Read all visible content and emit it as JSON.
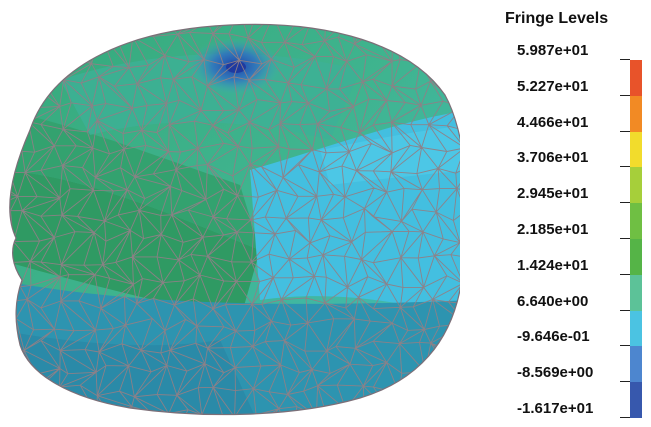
{
  "legend": {
    "title": "Fringe Levels",
    "levels": [
      {
        "label": "5.987e+01",
        "color": "#e8532a"
      },
      {
        "label": "5.227e+01",
        "color": "#f28a24"
      },
      {
        "label": "4.466e+01",
        "color": "#f2dc2c"
      },
      {
        "label": "3.706e+01",
        "color": "#a6cf3a"
      },
      {
        "label": "2.945e+01",
        "color": "#6fbf43"
      },
      {
        "label": "2.185e+01",
        "color": "#55b447"
      },
      {
        "label": "1.424e+01",
        "color": "#5cc298"
      },
      {
        "label": "6.640e+00",
        "color": "#4bc3e2"
      },
      {
        "label": "-9.646e-01",
        "color": "#4d86cf"
      },
      {
        "label": "-8.569e+00",
        "color": "#3758ad"
      },
      {
        "label": "-1.617e+01",
        "color": ""
      }
    ]
  },
  "model": {
    "mesh_color": "#8f7f86",
    "colors": {
      "top": "#3fb48f",
      "left_side": "#2f9a63",
      "right_side": "#43bfe0",
      "bottom": "#2d94b0",
      "hotspot": "#2a5fbd"
    }
  }
}
